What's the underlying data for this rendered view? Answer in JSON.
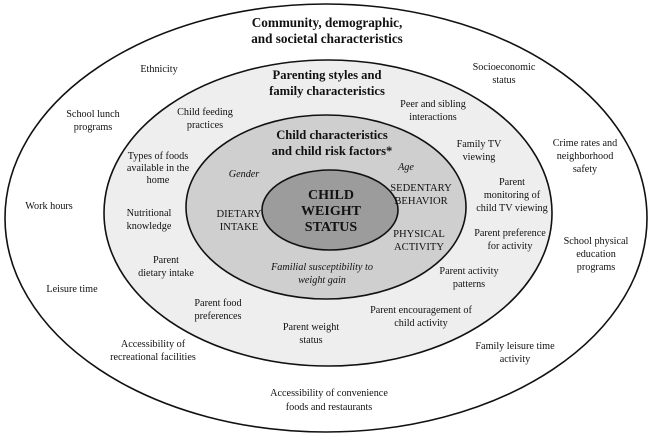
{
  "rings": {
    "community": {
      "title_lines": [
        "Community, demographic,",
        "and societal characteristics"
      ],
      "items": {
        "ethnicity": [
          "Ethnicity"
        ],
        "socioeconomic_status": [
          "Socioeconomic",
          "status"
        ],
        "school_lunch_programs": [
          "School lunch",
          "programs"
        ],
        "crime_rates": [
          "Crime rates and",
          "neighborhood",
          "safety"
        ],
        "work_hours": [
          "Work hours"
        ],
        "school_pe_programs": [
          "School physical",
          "education",
          "programs"
        ],
        "leisure_time": [
          "Leisure time"
        ],
        "accessibility_recreational": [
          "Accessibility of",
          "recreational facilities"
        ],
        "family_leisure_activity": [
          "Family leisure time",
          "activity"
        ],
        "accessibility_convenience": [
          "Accessibility of convenience",
          "foods and restaurants"
        ]
      }
    },
    "parenting": {
      "title_lines": [
        "Parenting styles and",
        "family characteristics"
      ],
      "items": {
        "child_feeding_practices": [
          "Child feeding",
          "practices"
        ],
        "peer_sibling_interactions": [
          "Peer and sibling",
          "interactions"
        ],
        "types_of_foods": [
          "Types of foods",
          "available in the",
          "home"
        ],
        "family_tv_viewing": [
          "Family TV",
          "viewing"
        ],
        "nutritional_knowledge": [
          "Nutritional",
          "knowledge"
        ],
        "parent_monitoring_tv": [
          "Parent",
          "monitoring of",
          "child TV viewing"
        ],
        "parent_preference_activity": [
          "Parent preference",
          "for activity"
        ],
        "parent_dietary_intake": [
          "Parent",
          "dietary intake"
        ],
        "parent_activity_patterns": [
          "Parent activity",
          "patterns"
        ],
        "parent_food_preferences": [
          "Parent food",
          "preferences"
        ],
        "parent_encouragement": [
          "Parent encouragement of",
          "child activity"
        ],
        "parent_weight_status": [
          "Parent weight",
          "status"
        ]
      }
    },
    "child": {
      "title_lines": [
        "Child characteristics",
        "and child risk factors*"
      ],
      "items": {
        "gender": [
          "Gender"
        ],
        "age": [
          "Age"
        ],
        "dietary_intake": [
          "DIETARY",
          "INTAKE"
        ],
        "sedentary_behavior": [
          "SEDENTARY",
          "BEHAVIOR"
        ],
        "physical_activity": [
          "PHYSICAL",
          "ACTIVITY"
        ],
        "familial_susceptibility": [
          "Familial susceptibility to",
          "weight gain"
        ]
      }
    },
    "core": {
      "title_lines": [
        "CHILD",
        "WEIGHT",
        "STATUS"
      ]
    }
  }
}
